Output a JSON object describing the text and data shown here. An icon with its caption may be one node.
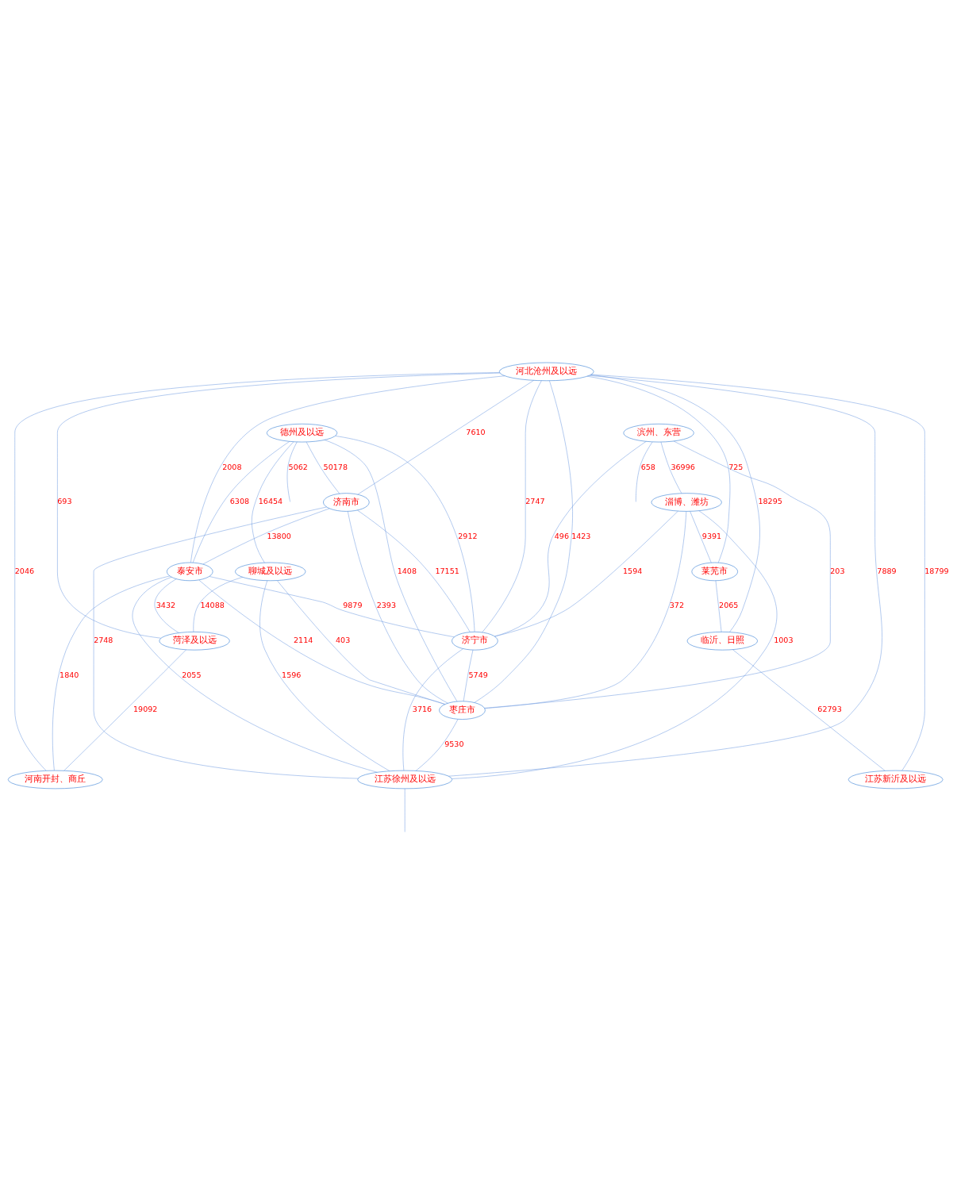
{
  "diagram": {
    "nodes": [
      {
        "text": [
          "河北沧州及以远"
        ]
      },
      {
        "text": [
          "德州及以远"
        ]
      },
      {
        "text": [
          "滨州、东营"
        ]
      },
      {
        "text": [
          "济南市"
        ]
      },
      {
        "text": [
          "淄博、潍坊"
        ]
      },
      {
        "text": [
          "聊城及以远"
        ]
      },
      {
        "text": [
          "泰安市"
        ]
      },
      {
        "text": [
          "莱芜市"
        ]
      },
      {
        "text": [
          "菏泽及以远"
        ]
      },
      {
        "text": [
          "济宁市"
        ]
      },
      {
        "text": [
          "临沂、日照"
        ]
      },
      {
        "text": [
          "枣庄市"
        ]
      },
      {
        "text": [
          "河南开封、商丘"
        ]
      },
      {
        "text": [
          "江苏徐州及以远"
        ]
      },
      {
        "text": [
          "江苏新沂及以远"
        ]
      }
    ],
    "edges": [
      {
        "from": 0,
        "to": 3,
        "arrow": "none",
        "label": "7610"
      },
      {
        "from": 0,
        "to": 8,
        "arrow": "none",
        "label": "693"
      },
      {
        "from": 0,
        "to": 12,
        "arrow": "none",
        "label": "2046"
      },
      {
        "from": 0,
        "to": 10,
        "arrow": "none",
        "label": "18295"
      },
      {
        "from": 0,
        "to": 14,
        "arrow": "none",
        "label": "18799"
      },
      {
        "from": 0,
        "to": 6,
        "arrow": "none",
        "label": "2008"
      },
      {
        "from": 0,
        "to": 9,
        "arrow": "none",
        "label": "2747"
      },
      {
        "from": 0,
        "to": 7,
        "arrow": "none",
        "label": "725"
      },
      {
        "from": 0,
        "to": 11,
        "arrow": "none",
        "label": "1423"
      },
      {
        "from": 0,
        "to": 13,
        "arrow": "none",
        "label": "7889"
      },
      {
        "from": 1,
        "to": 5,
        "arrow": "none",
        "label": "16454"
      },
      {
        "from": 1,
        "to": 3,
        "arrow": "none",
        "label": "50178"
      },
      {
        "from": 1,
        "to": 6,
        "arrow": "none",
        "label": "6308"
      },
      {
        "from": 1,
        "to": 9,
        "arrow": "none",
        "label": "2912"
      },
      {
        "from": 1,
        "to": 11,
        "arrow": "none",
        "label": "1408"
      },
      {
        "from": 1,
        "to": null,
        "arrow": "none",
        "label": "5062"
      },
      {
        "from": 2,
        "to": 4,
        "arrow": "none",
        "label": "36996"
      },
      {
        "from": 2,
        "to": 9,
        "arrow": "none",
        "label": "496"
      },
      {
        "from": 2,
        "to": 11,
        "arrow": "none",
        "label": "203"
      },
      {
        "from": 2,
        "to": null,
        "arrow": "none",
        "label": "658"
      },
      {
        "from": 3,
        "to": 6,
        "arrow": "none",
        "label": "13800"
      },
      {
        "from": 3,
        "to": 9,
        "arrow": "none",
        "label": "17151"
      },
      {
        "from": 3,
        "to": 13,
        "arrow": "none",
        "label": "2748"
      },
      {
        "from": 3,
        "to": 11,
        "arrow": "none",
        "label": "2393"
      },
      {
        "from": 4,
        "to": 9,
        "arrow": "none",
        "label": "1594"
      },
      {
        "from": 4,
        "to": 7,
        "arrow": "none",
        "label": "9391"
      },
      {
        "from": 4,
        "to": 11,
        "arrow": "none",
        "label": "372"
      },
      {
        "from": 4,
        "to": 13,
        "arrow": "none",
        "label": "1003"
      },
      {
        "from": 5,
        "to": 8,
        "arrow": "none",
        "label": "14088"
      },
      {
        "from": 5,
        "to": 11,
        "arrow": "none",
        "label": "403"
      },
      {
        "from": 5,
        "to": 13,
        "arrow": "none",
        "label": "1596"
      },
      {
        "from": 6,
        "to": 8,
        "arrow": "none",
        "label": "3432"
      },
      {
        "from": 6,
        "to": 9,
        "arrow": "none",
        "label": "9879"
      },
      {
        "from": 6,
        "to": 12,
        "arrow": "none",
        "label": "1840"
      },
      {
        "from": 6,
        "to": 13,
        "arrow": "none",
        "label": "2055"
      },
      {
        "from": 6,
        "to": 11,
        "arrow": "none",
        "label": "2114"
      },
      {
        "from": 7,
        "to": 10,
        "arrow": "none",
        "label": "2065"
      },
      {
        "from": 8,
        "to": 12,
        "arrow": "none",
        "label": "19092"
      },
      {
        "from": 9,
        "to": 11,
        "arrow": "none",
        "label": "5749"
      },
      {
        "from": 9,
        "to": 13,
        "arrow": "none",
        "label": "3716"
      },
      {
        "from": 10,
        "to": 14,
        "arrow": "none",
        "label": "62793"
      },
      {
        "from": 11,
        "to": 13,
        "arrow": "none",
        "label": "9530"
      },
      {
        "from": 13,
        "to": null,
        "arrow": "none"
      }
    ]
  }
}
